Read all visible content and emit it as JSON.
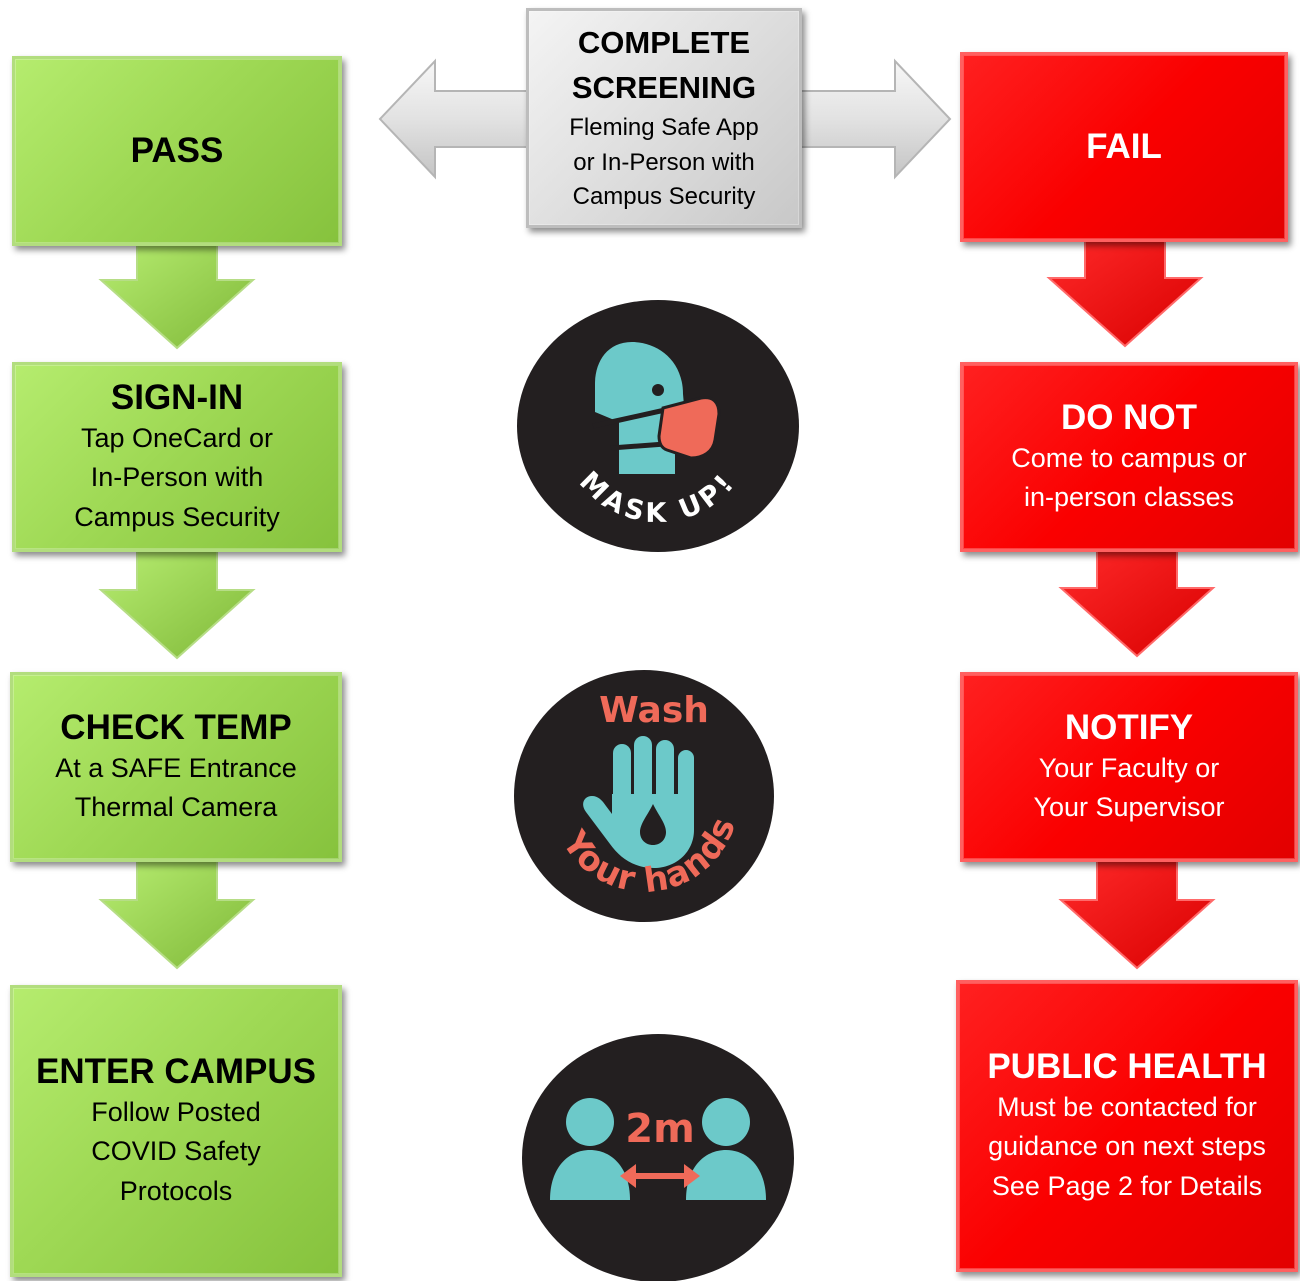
{
  "screening": {
    "title_line1": "COMPLETE",
    "title_line2": "SCREENING",
    "lines": [
      "Fleming Safe App",
      "or In-Person with",
      "Campus Security"
    ]
  },
  "pass": {
    "title": "PASS",
    "steps": [
      {
        "title": "SIGN-IN",
        "lines": [
          "Tap OneCard or",
          "In-Person with",
          "Campus Security"
        ]
      },
      {
        "title": "CHECK TEMP",
        "lines": [
          "At a SAFE Entrance",
          "Thermal Camera"
        ]
      },
      {
        "title": "ENTER CAMPUS",
        "lines": [
          "Follow Posted",
          "COVID Safety",
          "Protocols"
        ]
      }
    ]
  },
  "fail": {
    "title": "FAIL",
    "steps": [
      {
        "title": "DO NOT",
        "lines": [
          "Come to campus or",
          "in-person classes"
        ]
      },
      {
        "title": "NOTIFY",
        "lines": [
          "Your Faculty or",
          "Your Supervisor"
        ]
      },
      {
        "title": "PUBLIC HEALTH",
        "lines": [
          "Must be contacted for",
          "guidance on next steps",
          "See Page 2 for Details"
        ]
      }
    ]
  },
  "badges": {
    "mask_text": "MASK UP!",
    "wash_top": "Wash",
    "wash_bottom": "Your hands",
    "distance_text": "2m"
  },
  "colors": {
    "green": "#9fd955",
    "red": "#fa0000",
    "grey": "#dcdcdc",
    "badge_bg": "#231f20",
    "teal": "#6cc9c9",
    "coral": "#ef6a59"
  }
}
